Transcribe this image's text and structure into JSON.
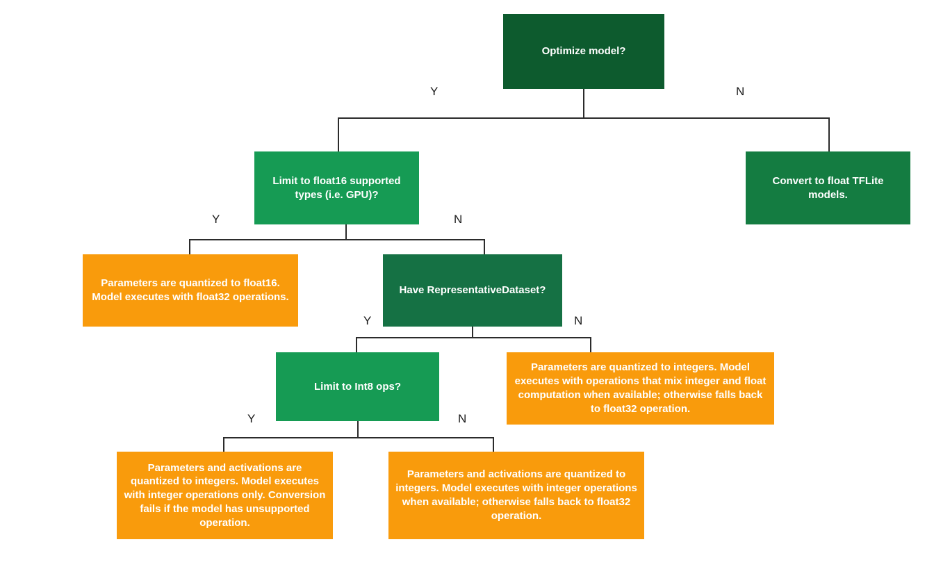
{
  "diagram": {
    "title": "TensorFlow Lite optimization / quantization decision flowchart",
    "background_color": "#ffffff",
    "colors": {
      "dark_green": "#0d5b2e",
      "mid_green": "#169b54",
      "deep_green": "#147c41",
      "orange": "#f99b0c",
      "line": "#2b2b2b",
      "node_text": "#ffffff",
      "edge_label_text": "#1a1a1a"
    },
    "nodes": {
      "optimize_model": "Optimize model?",
      "limit_float16": "Limit to float16 supported types (i.e. GPU)?",
      "convert_float_tflite": "Convert to float TFLite models.",
      "result_float16": "Parameters are quantized to float16. Model executes with float32 operations.",
      "have_representative_dataset": "Have RepresentativeDataset?",
      "result_mixed_int_float": "Parameters are quantized to integers. Model executes with operations that mix integer and float computation when available; otherwise falls back to float32 operation.",
      "limit_int8_ops": "Limit to Int8 ops?",
      "result_int_only": "Parameters and activations are quantized to integers. Model executes with integer operations only. Conversion fails if the model has unsupported operation.",
      "result_int_fallback": "Parameters and activations are quantized to integers. Model executes with integer operations when available; otherwise falls back to float32 operation."
    },
    "edge_labels": {
      "optimize_yes": "Y",
      "optimize_no": "N",
      "float16_yes": "Y",
      "float16_no": "N",
      "dataset_yes": "Y",
      "dataset_no": "N",
      "int8_yes": "Y",
      "int8_no": "N"
    }
  }
}
